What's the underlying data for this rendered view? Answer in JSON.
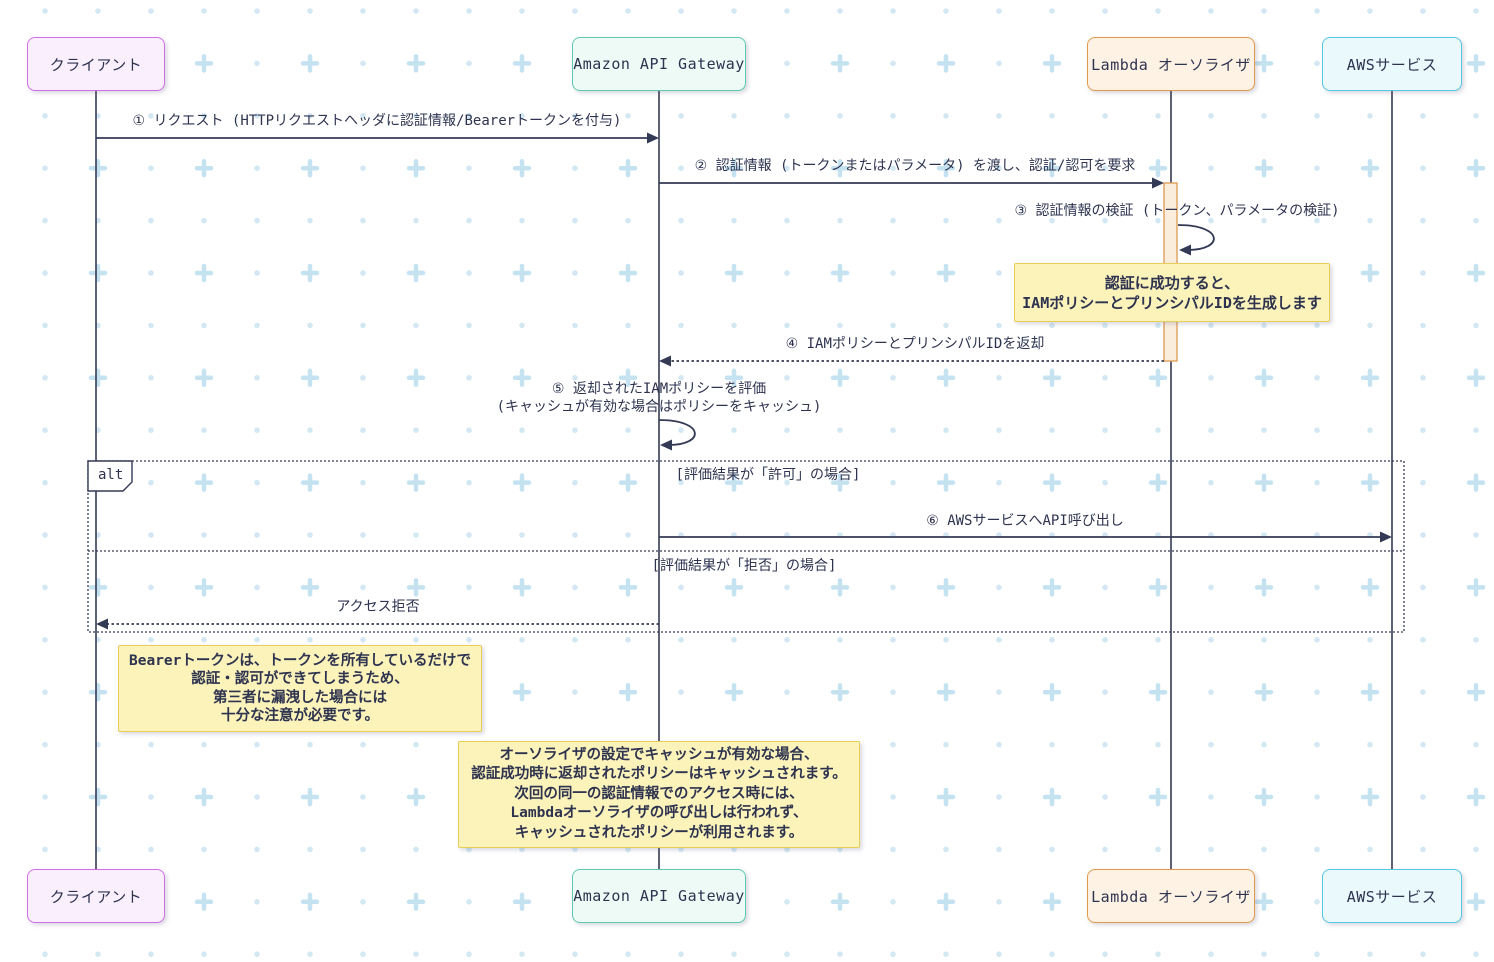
{
  "colors": {
    "text": "#2e3350",
    "line": "#343a55",
    "client_fill": "#faeffc",
    "client_border": "#d36de6",
    "apigw_fill": "#edfaf5",
    "apigw_border": "#5dc9b0",
    "lambda_fill": "#fdf2e4",
    "lambda_border": "#e09a4b",
    "aws_fill": "#e9f9fc",
    "aws_border": "#54c7e3",
    "note_fill": "#fbf3ba",
    "note_border": "#e7ce58",
    "activation_fill": "#faeddc",
    "activation_border": "#e0a05a",
    "pattern_dot": "#d3e8f2",
    "pattern_plus": "#c5e2f1"
  },
  "participants": [
    {
      "id": "client",
      "label": "クライアント"
    },
    {
      "id": "apigw",
      "label": "Amazon API Gateway"
    },
    {
      "id": "lambda",
      "label": "Lambda オーソライザ"
    },
    {
      "id": "aws",
      "label": "AWSサービス"
    }
  ],
  "messages": {
    "m1": "① リクエスト (HTTPリクエストヘッダに認証情報/Bearerトークンを付与)",
    "m2": "② 認証情報 (トークンまたはパラメータ) を渡し、認証/認可を要求",
    "m3": "③ 認証情報の検証 (トークン、パラメータの検証)",
    "m4": "④ IAMポリシーとプリンシパルIDを返却",
    "m5": "⑤ 返却されたIAMポリシーを評価\n(キャッシュが有効な場合はポリシーをキャッシュ)",
    "m6": "⑥ AWSサービスへAPI呼び出し",
    "access_denied": "アクセス拒否"
  },
  "alt": {
    "label": "alt",
    "case_allow": "[評価結果が「許可」の場合]",
    "case_deny": "[評価結果が「拒否」の場合]"
  },
  "notes": {
    "generate_policy": "認証に成功すると、\nIAMポリシーとプリンシパルIDを生成します",
    "bearer_warning": "Bearerトークンは、トークンを所有しているだけで\n認証・認可ができてしまうため、\n第三者に漏洩した場合には\n十分な注意が必要です。",
    "cache_info": "オーソライザの設定でキャッシュが有効な場合、\n認証成功時に返却されたポリシーはキャッシュされます。\n次回の同一の認証情報でのアクセス時には、\nLambdaオーソライザの呼び出しは行われず、\nキャッシュされたポリシーが利用されます。"
  }
}
